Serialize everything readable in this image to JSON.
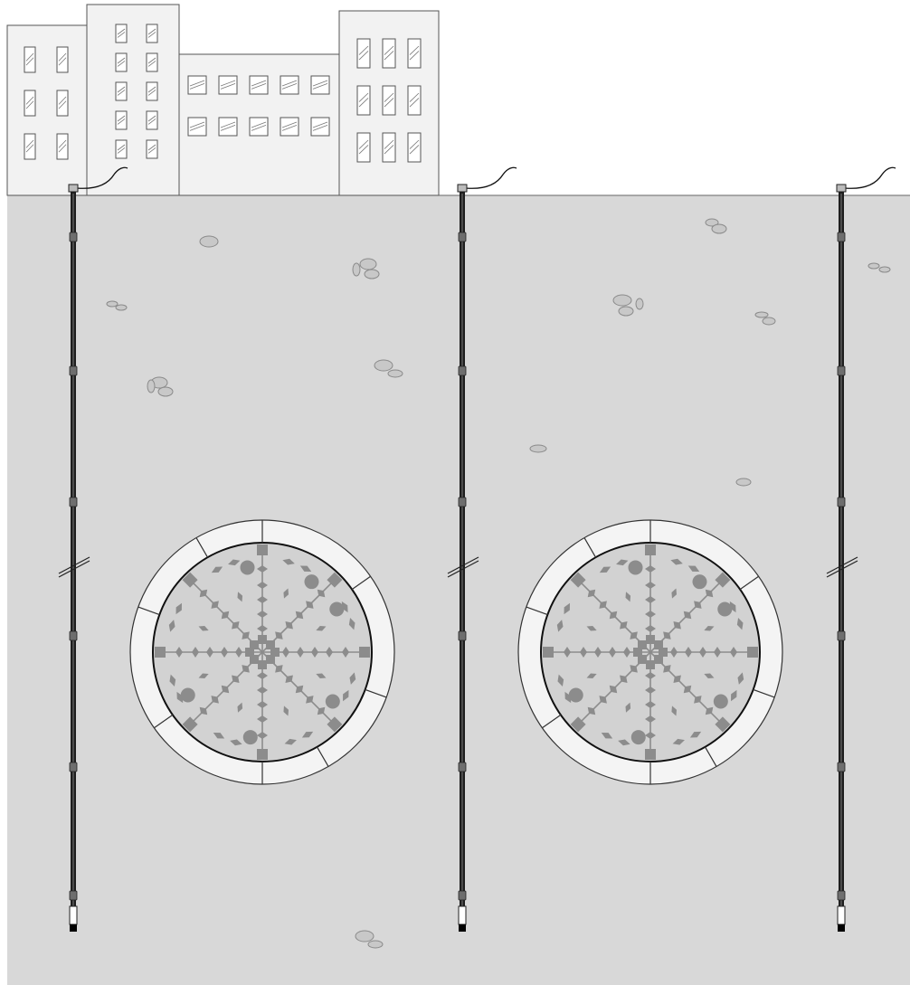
{
  "scene": {
    "kind": "tunnel-monitoring-cross-section",
    "background_color": "#ffffff",
    "ground_color": "#d8d8d8",
    "stone_color": "#c8c8c8",
    "building_color": "#f2f2f2",
    "lining_color": "#f4f4f4",
    "cutter_face_color": "#d2d2d2",
    "tool_color": "#8c8c8c",
    "casing_color": "#1e1e1e"
  },
  "buildings": [
    {
      "id": "building-1",
      "window_rows": 3,
      "window_cols": 2
    },
    {
      "id": "building-2",
      "window_rows": 5,
      "window_cols": 2
    },
    {
      "id": "building-3",
      "window_rows": 2,
      "window_cols": 5
    },
    {
      "id": "building-4",
      "window_rows": 3,
      "window_cols": 3
    }
  ],
  "boreholes": [
    {
      "id": "borehole-1",
      "has_break_mark": true,
      "has_cable": true,
      "coupler_count": 6
    },
    {
      "id": "borehole-2",
      "has_break_mark": true,
      "has_cable": true,
      "coupler_count": 6
    },
    {
      "id": "borehole-3",
      "has_break_mark": true,
      "has_cable": true,
      "coupler_count": 6
    }
  ],
  "tunnels": [
    {
      "id": "tunnel-left",
      "lining_segments": 8,
      "cutter_spokes": 8
    },
    {
      "id": "tunnel-right",
      "lining_segments": 8,
      "cutter_spokes": 8
    }
  ]
}
